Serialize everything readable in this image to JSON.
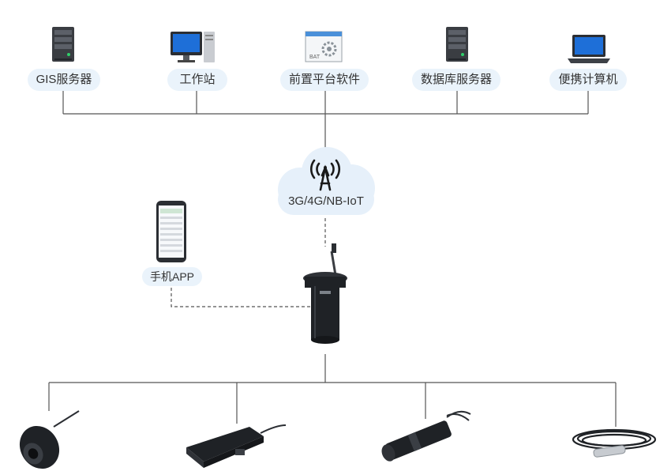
{
  "top_nodes": [
    {
      "label": "GIS服务器",
      "icon": "server-tower-icon"
    },
    {
      "label": "工作站",
      "icon": "desktop-workstation-icon"
    },
    {
      "label": "前置平台软件",
      "icon": "software-window-icon",
      "icon_text": "BAT"
    },
    {
      "label": "数据库服务器",
      "icon": "server-tower-icon"
    },
    {
      "label": "便携计算机",
      "icon": "laptop-icon"
    }
  ],
  "network": {
    "label": "3G/4G/NB-IoT",
    "icon": "antenna-tower-icon"
  },
  "mobile": {
    "label": "手机APP",
    "icon": "smartphone-icon"
  },
  "device": {
    "icon": "data-logger-cylinder-icon"
  },
  "sensors": [
    {
      "icon": "round-sensor-icon"
    },
    {
      "icon": "flat-box-sensor-icon"
    },
    {
      "icon": "probe-sensor-icon"
    },
    {
      "icon": "pressure-transducer-cable-icon"
    }
  ],
  "colors": {
    "line": "#555555",
    "label_bg": "#eaf3fb",
    "cloud": "#e6f0fa",
    "accent": "#1a6dd0"
  }
}
